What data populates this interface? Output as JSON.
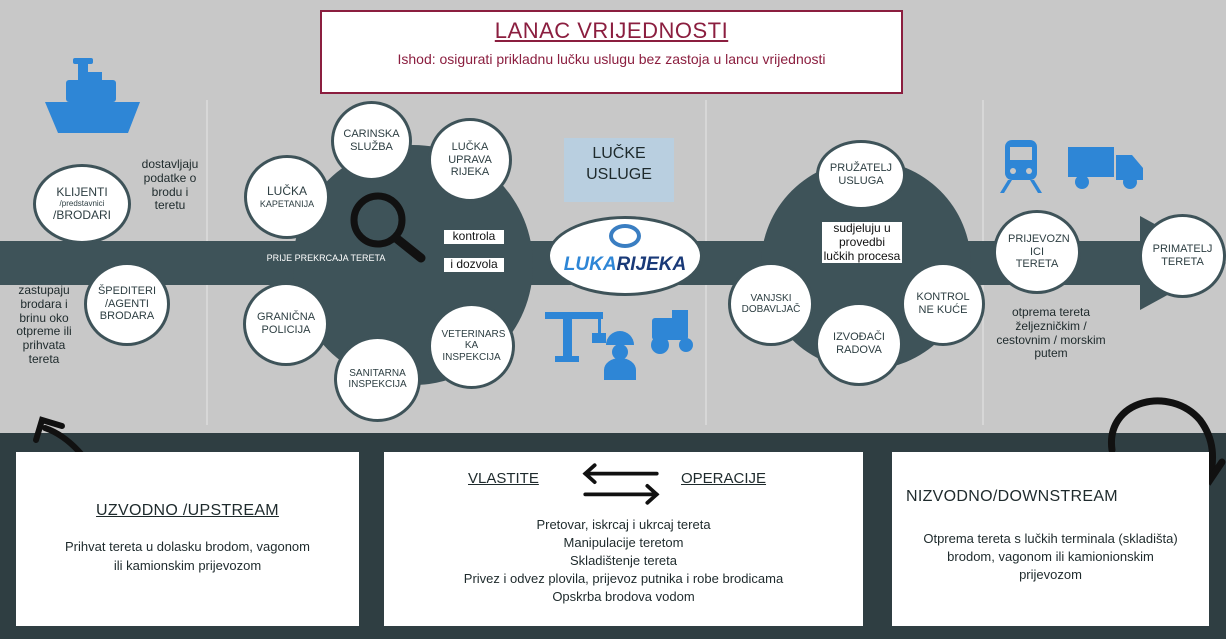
{
  "title": {
    "heading": "LANAC VRIJEDNOSTI",
    "subtitle": "Ishod: osigurati prikladnu lučku uslugu bez zastoja u lancu vrijednosti"
  },
  "left": {
    "klijenti": [
      "KLIJENTI",
      "/predstavnici",
      "/BRODARI"
    ],
    "klijenti_note": "dostavljaju podatke o brodu i teretu",
    "spediteri": "ŠPEDITERI /AGENTI BRODARA",
    "spediteri_note": "zastupaju brodara i brinu oko otpreme ili prihvata tereta"
  },
  "middle": {
    "carinska": "CARINSKA SLUŽBA",
    "lucka_uprava": "LUČKA UPRAVA RIJEKA",
    "lucka_kapetanija": [
      "LUČKA",
      "KAPETANIJA"
    ],
    "granicna": "GRANIČNA POLICIJA",
    "sanitarna": "SANITARNA INSPEKCIJA",
    "veterinarska": "VETERINARS KA INSPEKCIJA",
    "prije": "PRIJE PREKRCAJA TERETA",
    "kontrola": "kontrola",
    "dozvola": "i dozvola"
  },
  "center": {
    "lucke_usluge": "LUČKE USLUGE",
    "logo_luka": "LUKA",
    "logo_rijeka": "RIJEKA"
  },
  "right": {
    "pruzatelj": "PRUŽATELJ USLUGA",
    "sudjeluju": "sudjeluju u provedbi lučkih procesa",
    "vanjski": "VANJSKI DOBAVLJAČ",
    "izvodaci": "IZVOĐAČI RADOVA",
    "kontrolne": "KONTROL NE KUĆE",
    "prijevoznici": "PRIJEVOZN ICI TERETA",
    "primatelj": "PRIMATELJ TERETA",
    "otprema": "otprema tereta željezničkim / cestovnim / morskim putem"
  },
  "bottom": {
    "upstream_title": "UZVODNO /UPSTREAM",
    "upstream_text": "Prihvat tereta u dolasku brodom, vagonom ili kamionskim prijevozom",
    "vlastite": "VLASTITE",
    "operacije": "OPERACIJE",
    "ops": [
      "Pretovar, iskrcaj i ukrcaj tereta",
      "Manipulacije teretom",
      "Skladištenje tereta",
      "Privez i odvez plovila, prijevoz putnika i robe brodicama",
      "Opskrba brodova vodom"
    ],
    "downstream_title": "NIZVODNO/DOWNSTREAM",
    "downstream_text": "Otprema tereta s lučkih terminala (skladišta) brodom, vagonom ili kamionionskim prijevozom"
  },
  "icons": [
    "ship-icon",
    "train-icon",
    "truck-icon",
    "magnifier-icon",
    "crane-icon",
    "worker-icon",
    "tractor-icon",
    "curved-arrow-up-icon",
    "curved-arrow-down-icon",
    "swap-arrows-icon"
  ],
  "colors": {
    "band": "#3e5359",
    "background": "#c8c8c8",
    "icon_blue": "#2e86d6",
    "title_accent": "#8b1e3f"
  }
}
